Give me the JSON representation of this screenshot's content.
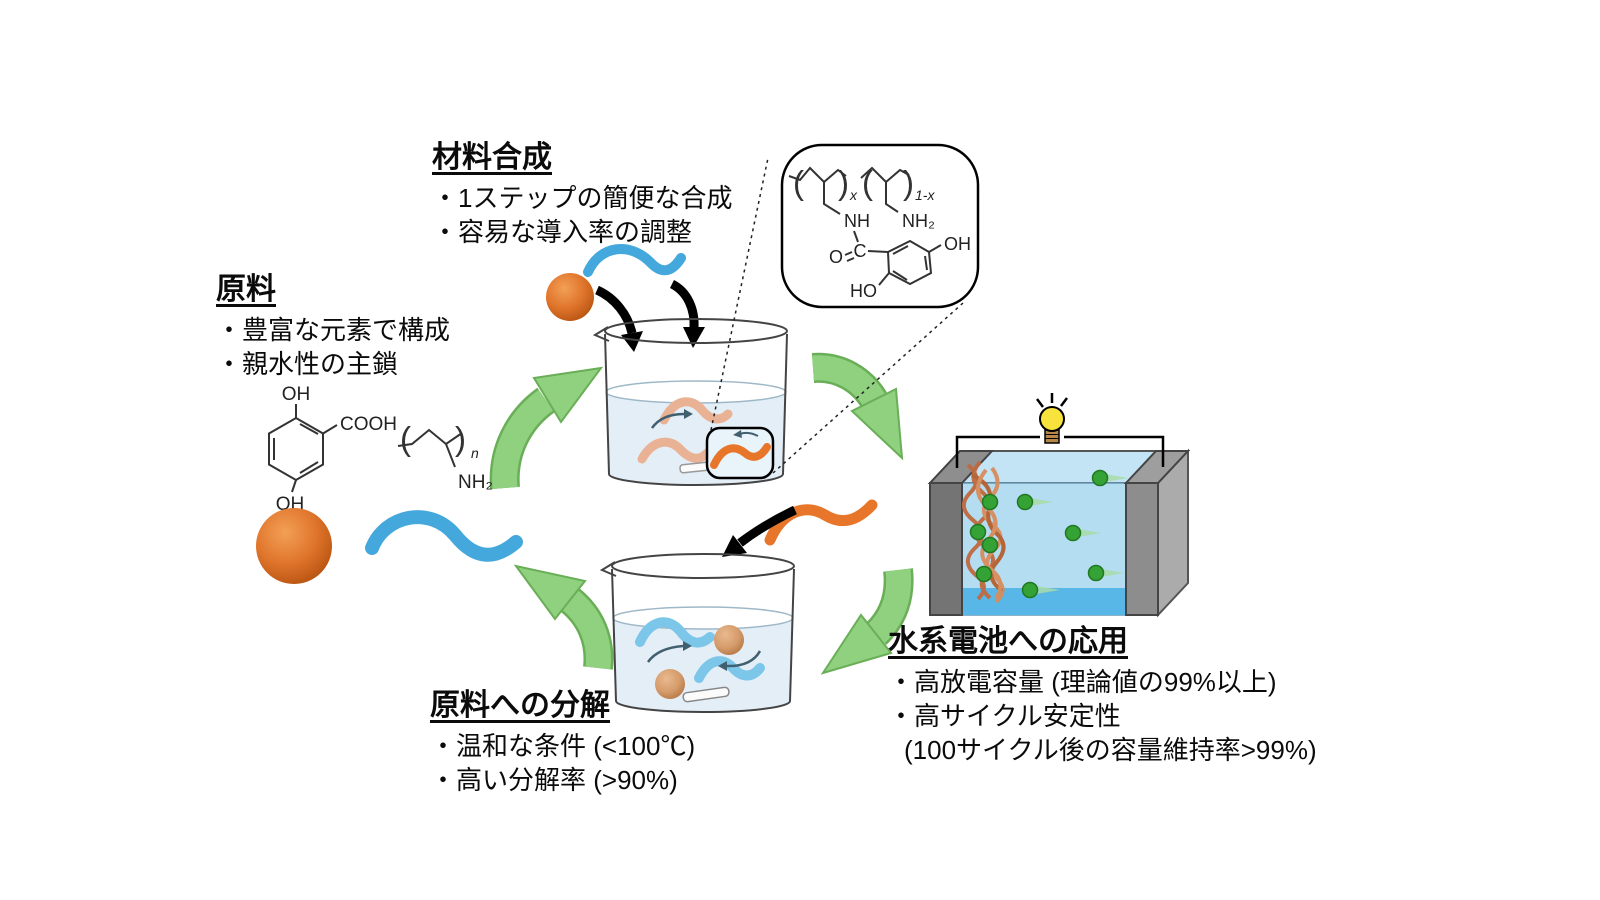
{
  "texts": {
    "synthesis": {
      "title": "材料合成",
      "bullets": [
        "・1ステップの簡便な合成",
        "・容易な導入率の調整"
      ]
    },
    "raw": {
      "title": "原料",
      "bullets": [
        "・豊富な元素で構成",
        "・親水性の主鎖"
      ]
    },
    "decomp": {
      "title": "原料への分解",
      "bullets": [
        "・温和な条件 (<100℃)",
        "・高い分解率 (>90%)"
      ]
    },
    "battery": {
      "title": "水系電池への応用",
      "bullets": [
        "・高放電容量 (理論値の99%以上)",
        "・高サイクル安定性",
        "(100サイクル後の容量維持率>99%)"
      ]
    }
  },
  "chemistry": {
    "dhb": {
      "oh_top": "OH",
      "cooh": "COOH",
      "oh_bottom": "OH"
    },
    "pam": {
      "n": "n",
      "nh2": "NH₂"
    },
    "copolymer": {
      "x": "x",
      "one_minus_x": "1-x",
      "nh": "NH",
      "nh2": "NH₂",
      "c": "C",
      "o": "O",
      "oh": "OH",
      "ho": "HO"
    },
    "sym": {
      "open": "(",
      "close": ")"
    }
  },
  "colors": {
    "arrow_green": "#8fd17f",
    "arrow_green_edge": "#6aae58",
    "monomer_orange": "#e0752c",
    "polymer_blue": "#45a8dc",
    "chain_salmon": "#eab294",
    "chain_orange": "#e8762a",
    "beaker_liquid": "#e4eef7",
    "electrolyte": "#b4ddf1",
    "electrolyte_deep": "#58b7e7",
    "electrode_gray": "#7a7a7a",
    "ion_green": "#35a235",
    "bulb_yellow": "#f7e33c"
  }
}
